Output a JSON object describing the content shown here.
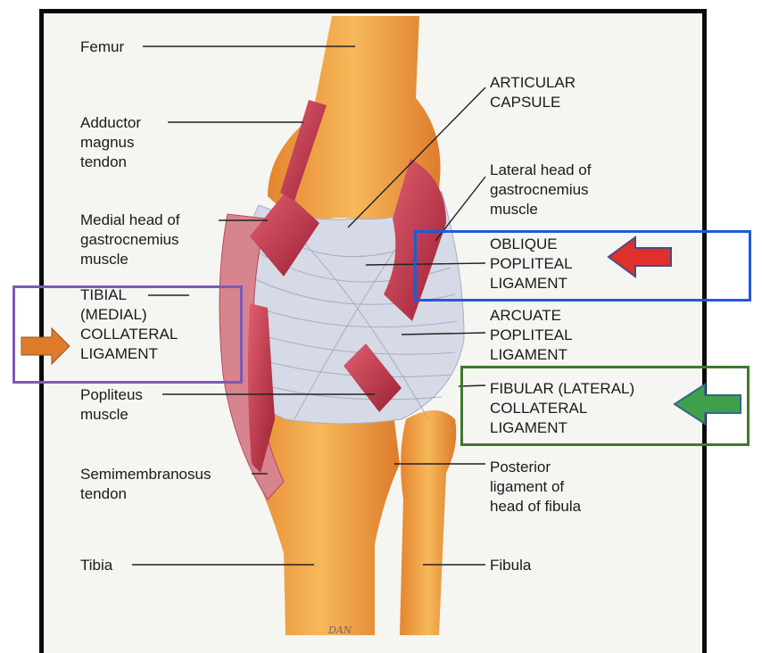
{
  "labels": {
    "femur": "Femur",
    "adductor": "Adductor\nmagnus\ntendon",
    "medial_head": "Medial head of\ngastrocnemius\nmuscle",
    "tibial_collateral": "TIBIAL\n(MEDIAL)\nCOLLATERAL\nLIGAMENT",
    "popliteus": "Popliteus\nmuscle",
    "semimembranosus": "Semimembranosus\ntendon",
    "tibia": "Tibia",
    "articular_capsule": "ARTICULAR\nCAPSULE",
    "lateral_head": "Lateral head of\ngastrocnemius\nmuscle",
    "oblique_popliteal": "OBLIQUE\nPOPLITEAL\nLIGAMENT",
    "arcuate_popliteal": "ARCUATE\nPOPLITEAL\nLIGAMENT",
    "fibular_collateral": "FIBULAR (LATERAL)\nCOLLATERAL\nLIGAMENT",
    "posterior_ligament": "Posterior\nligament of\nhead of fibula",
    "fibula": "Fibula"
  },
  "signature": "DAN",
  "colors": {
    "bone": "#f2a54a",
    "bone_dark": "#d9782a",
    "muscle": "#c23447",
    "ligament": "#cfd4e2",
    "highlight_purple": "#7b5ab8",
    "highlight_blue": "#1f5bd6",
    "highlight_green": "#3c7a2c",
    "arrow_orange": "#e07b2b",
    "arrow_red": "#e0302a",
    "arrow_green": "#3fa04a"
  }
}
